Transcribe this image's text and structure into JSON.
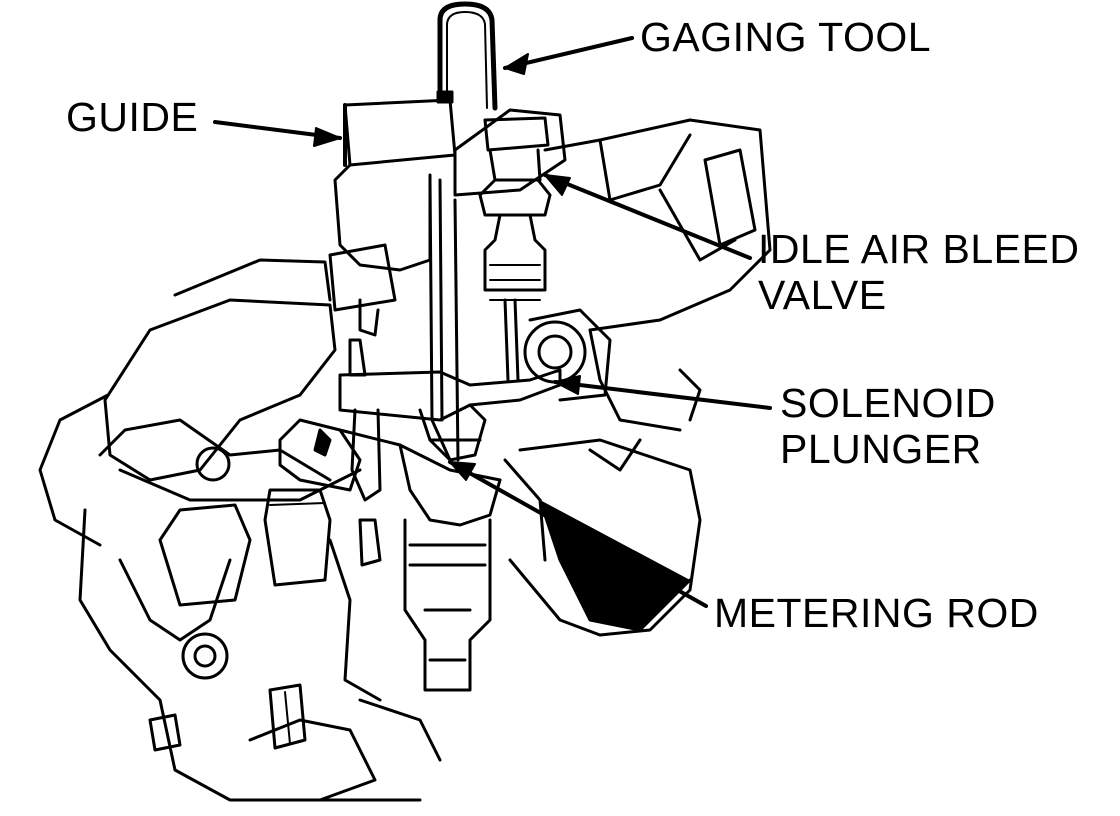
{
  "colors": {
    "ink": "#000000",
    "paper": "#ffffff"
  },
  "labels": {
    "gaging_tool": [
      "GAGING TOOL"
    ],
    "guide": [
      "GUIDE"
    ],
    "idle_air_bleed_valve": [
      "IDLE AIR BLEED",
      "VALVE"
    ],
    "solenoid_plunger": [
      "SOLENOID",
      "PLUNGER"
    ],
    "metering_rod": [
      "METERING ROD"
    ]
  }
}
